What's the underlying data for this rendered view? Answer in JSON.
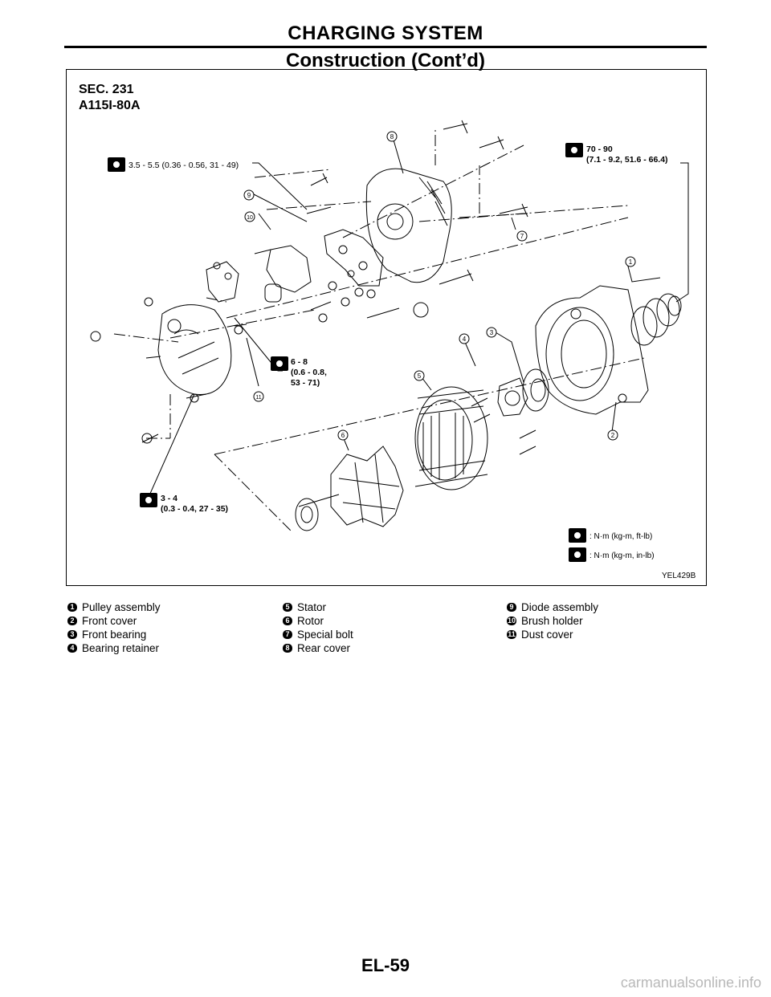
{
  "header": {
    "section_title": "CHARGING SYSTEM",
    "subtitle": "Construction (Cont’d)"
  },
  "figure": {
    "sec_line1": "SEC. 231",
    "sec_line2": "A115I-80A",
    "figure_id": "YEL429B",
    "torque_labels": {
      "t1": "3.5 - 5.5 (0.36 - 0.56, 31 - 49)",
      "t2_line1": "70 - 90",
      "t2_line2": "(7.1 - 9.2, 51.6 - 66.4)",
      "t3_line1": "6 - 8",
      "t3_line2": "(0.6 - 0.8,",
      "t3_line3": "53 - 71)",
      "t4_line1": "3 - 4",
      "t4_line2": "(0.3 - 0.4, 27 - 35)"
    },
    "key_ftlb": ": N·m (kg-m, ft-lb)",
    "key_inlb": ": N·m (kg-m, in-lb)",
    "callouts": [
      "1",
      "2",
      "3",
      "4",
      "5",
      "6",
      "7",
      "8",
      "9",
      "10",
      "11"
    ]
  },
  "legend": {
    "col1": [
      {
        "num": "1",
        "label": "Pulley assembly"
      },
      {
        "num": "2",
        "label": "Front cover"
      },
      {
        "num": "3",
        "label": "Front bearing"
      },
      {
        "num": "4",
        "label": "Bearing retainer"
      }
    ],
    "col2": [
      {
        "num": "5",
        "label": "Stator"
      },
      {
        "num": "6",
        "label": "Rotor"
      },
      {
        "num": "7",
        "label": "Special bolt"
      },
      {
        "num": "8",
        "label": "Rear cover"
      }
    ],
    "col3": [
      {
        "num": "9",
        "label": "Diode assembly"
      },
      {
        "num": "10",
        "label": "Brush holder"
      },
      {
        "num": "11",
        "label": "Dust cover"
      }
    ]
  },
  "footer": {
    "page_number": "EL-59",
    "watermark": "carmanualsonline.info"
  }
}
